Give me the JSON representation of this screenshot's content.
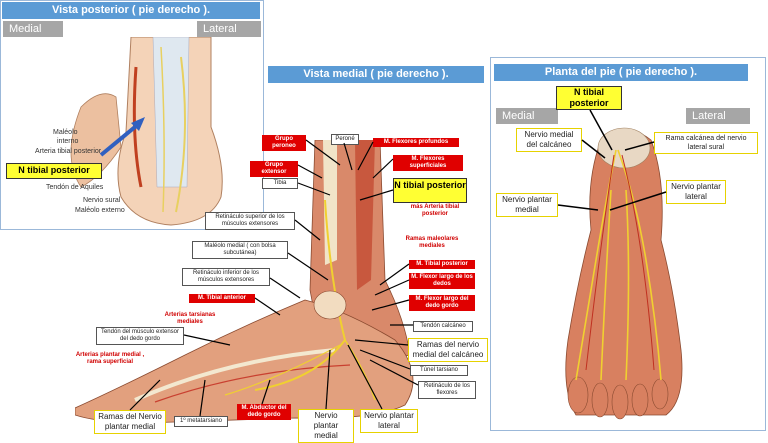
{
  "posterior": {
    "title": "Vista  posterior ( pie derecho ).",
    "medial": "Medial",
    "lateral": "Lateral",
    "labels": [
      "Maléolo",
      "interno",
      "Arteria tibial posterior",
      "Tendón de Aquiles",
      "Nervio sural",
      "Maléolo externo"
    ],
    "highlight": "N tibial posterior"
  },
  "medial_view": {
    "title": "Vista  medial ( pie derecho ).",
    "labels": {
      "grupo_peroneo": "Grupo peroneo",
      "perone": "Peroné",
      "flexores_profundos": "M. Flexores profundos",
      "grupo_extensor": "Grupo extensor",
      "flexores_superficiales": "M. Flexores superficiales",
      "tibia": "Tibia",
      "mas_arteria": "más Arteria tibial posterior",
      "ret_sup": "Retináculo superior de los músculos extensores",
      "maleolo_medial": "Maléolo  medial ( con bolsa subcutánea)",
      "ramas_maleolares": "Ramas maleolares mediales",
      "tibial_posterior": "M. Tibial posterior",
      "flexor_largo_dedos": "M. Flexor largo de los dedos",
      "ret_inf": "Retináculo inferior de los músculos extensores",
      "flexor_largo_gordo": "M. Flexor largo del dedo gordo",
      "tibial_anterior": "M. Tibial anterior",
      "art_tarsianas": "Arterias tarsianas mediales",
      "tendon_extensor": "Tendón del músculo extensor del dedo gordo",
      "tendon_calcaneo": "Tendón calcáneo",
      "art_plantar": "Arterias plantar medial , rama superficial",
      "tunel": "Túnel tarsiano",
      "ret_flexores": "Retináculo de los flexores",
      "metatarsiano": "1º metatarsiano",
      "abductor": "M. Abductor del dedo gordo"
    },
    "highlight": "N tibial posterior",
    "yellow": {
      "ramas_medial": "Ramas del Nervio plantar medial",
      "plantar_medial": "Nervio plantar medial",
      "plantar_lateral": "Nervio plantar lateral",
      "ramas_calcaneo": "Ramas del nervio medial del calcáneo"
    }
  },
  "planta": {
    "title": "Planta del pie ( pie derecho ).",
    "medial": "Medial",
    "lateral": "Lateral",
    "highlight": "N tibial posterior",
    "yellow": {
      "medial_calcaneo": "Nervio medial del calcáneo",
      "rama_calcanea": "Rama calcánea del nervio lateral sural",
      "plantar_lateral": "Nervio plantar lateral",
      "plantar_medial": "Nervio plantar medial"
    }
  }
}
